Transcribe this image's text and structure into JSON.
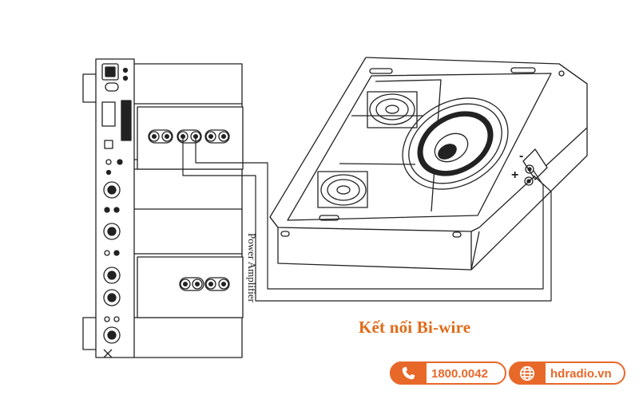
{
  "diagram": {
    "caption": "Kết nối Bi-wire",
    "amplifier_label": "Power Amplifier",
    "terminal_minus": "-",
    "terminal_plus": "+"
  },
  "contact": {
    "phone": "1800.0042",
    "website": "hdradio.vn",
    "phone_icon": "phone-icon",
    "web_icon": "globe-icon",
    "accent_color": "#e8682a"
  }
}
